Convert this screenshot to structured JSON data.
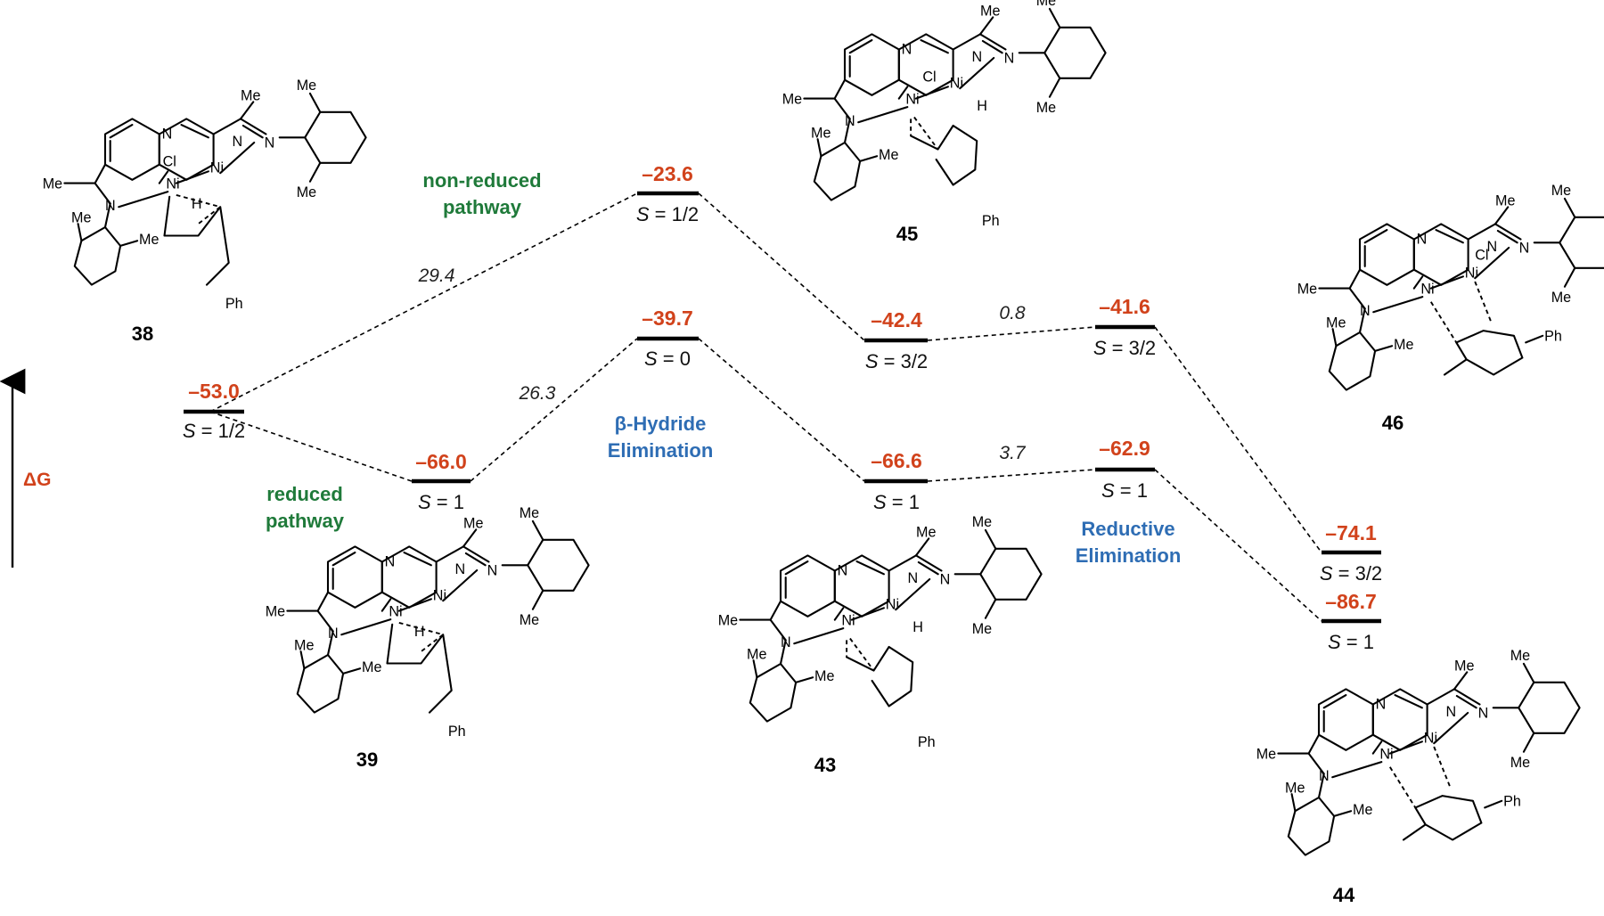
{
  "axis": {
    "label": "ΔG",
    "color": "#d1421b"
  },
  "colors": {
    "energy": "#d1421b",
    "pathway": "#1f7a3a",
    "step": "#2e6db4"
  },
  "pathways": {
    "non_reduced": [
      "non-reduced",
      "pathway"
    ],
    "reduced": [
      "reduced",
      "pathway"
    ]
  },
  "steps": {
    "beta_hydride": [
      "β-Hydride",
      "Elimination"
    ],
    "reductive": [
      "Reductive",
      "Elimination"
    ]
  },
  "levels": [
    {
      "id": "L38",
      "energy": "–53.0",
      "spin": "1/2"
    },
    {
      "id": "TS1nr",
      "energy": "–23.6",
      "spin": "1/2"
    },
    {
      "id": "L39",
      "energy": "–66.0",
      "spin": "1"
    },
    {
      "id": "TS1r",
      "energy": "–39.7",
      "spin": "0"
    },
    {
      "id": "L45",
      "energy": "–42.4",
      "spin": "3/2"
    },
    {
      "id": "TS2nr",
      "energy": "–41.6",
      "spin": "3/2"
    },
    {
      "id": "L43",
      "energy": "–66.6",
      "spin": "1"
    },
    {
      "id": "TS2r",
      "energy": "–62.9",
      "spin": "1"
    },
    {
      "id": "L46",
      "energy": "–74.1",
      "spin": "3/2"
    },
    {
      "id": "L44",
      "energy": "–86.7",
      "spin": "1"
    }
  ],
  "barriers": [
    "29.4",
    "26.3",
    "0.8",
    "3.7"
  ],
  "spin_prefix": "S",
  "compounds": [
    "38",
    "45",
    "46",
    "39",
    "43",
    "44"
  ],
  "atoms": {
    "me": "Me",
    "n": "N",
    "ni": "Ni",
    "cl": "Cl",
    "h": "H",
    "ph": "Ph"
  }
}
